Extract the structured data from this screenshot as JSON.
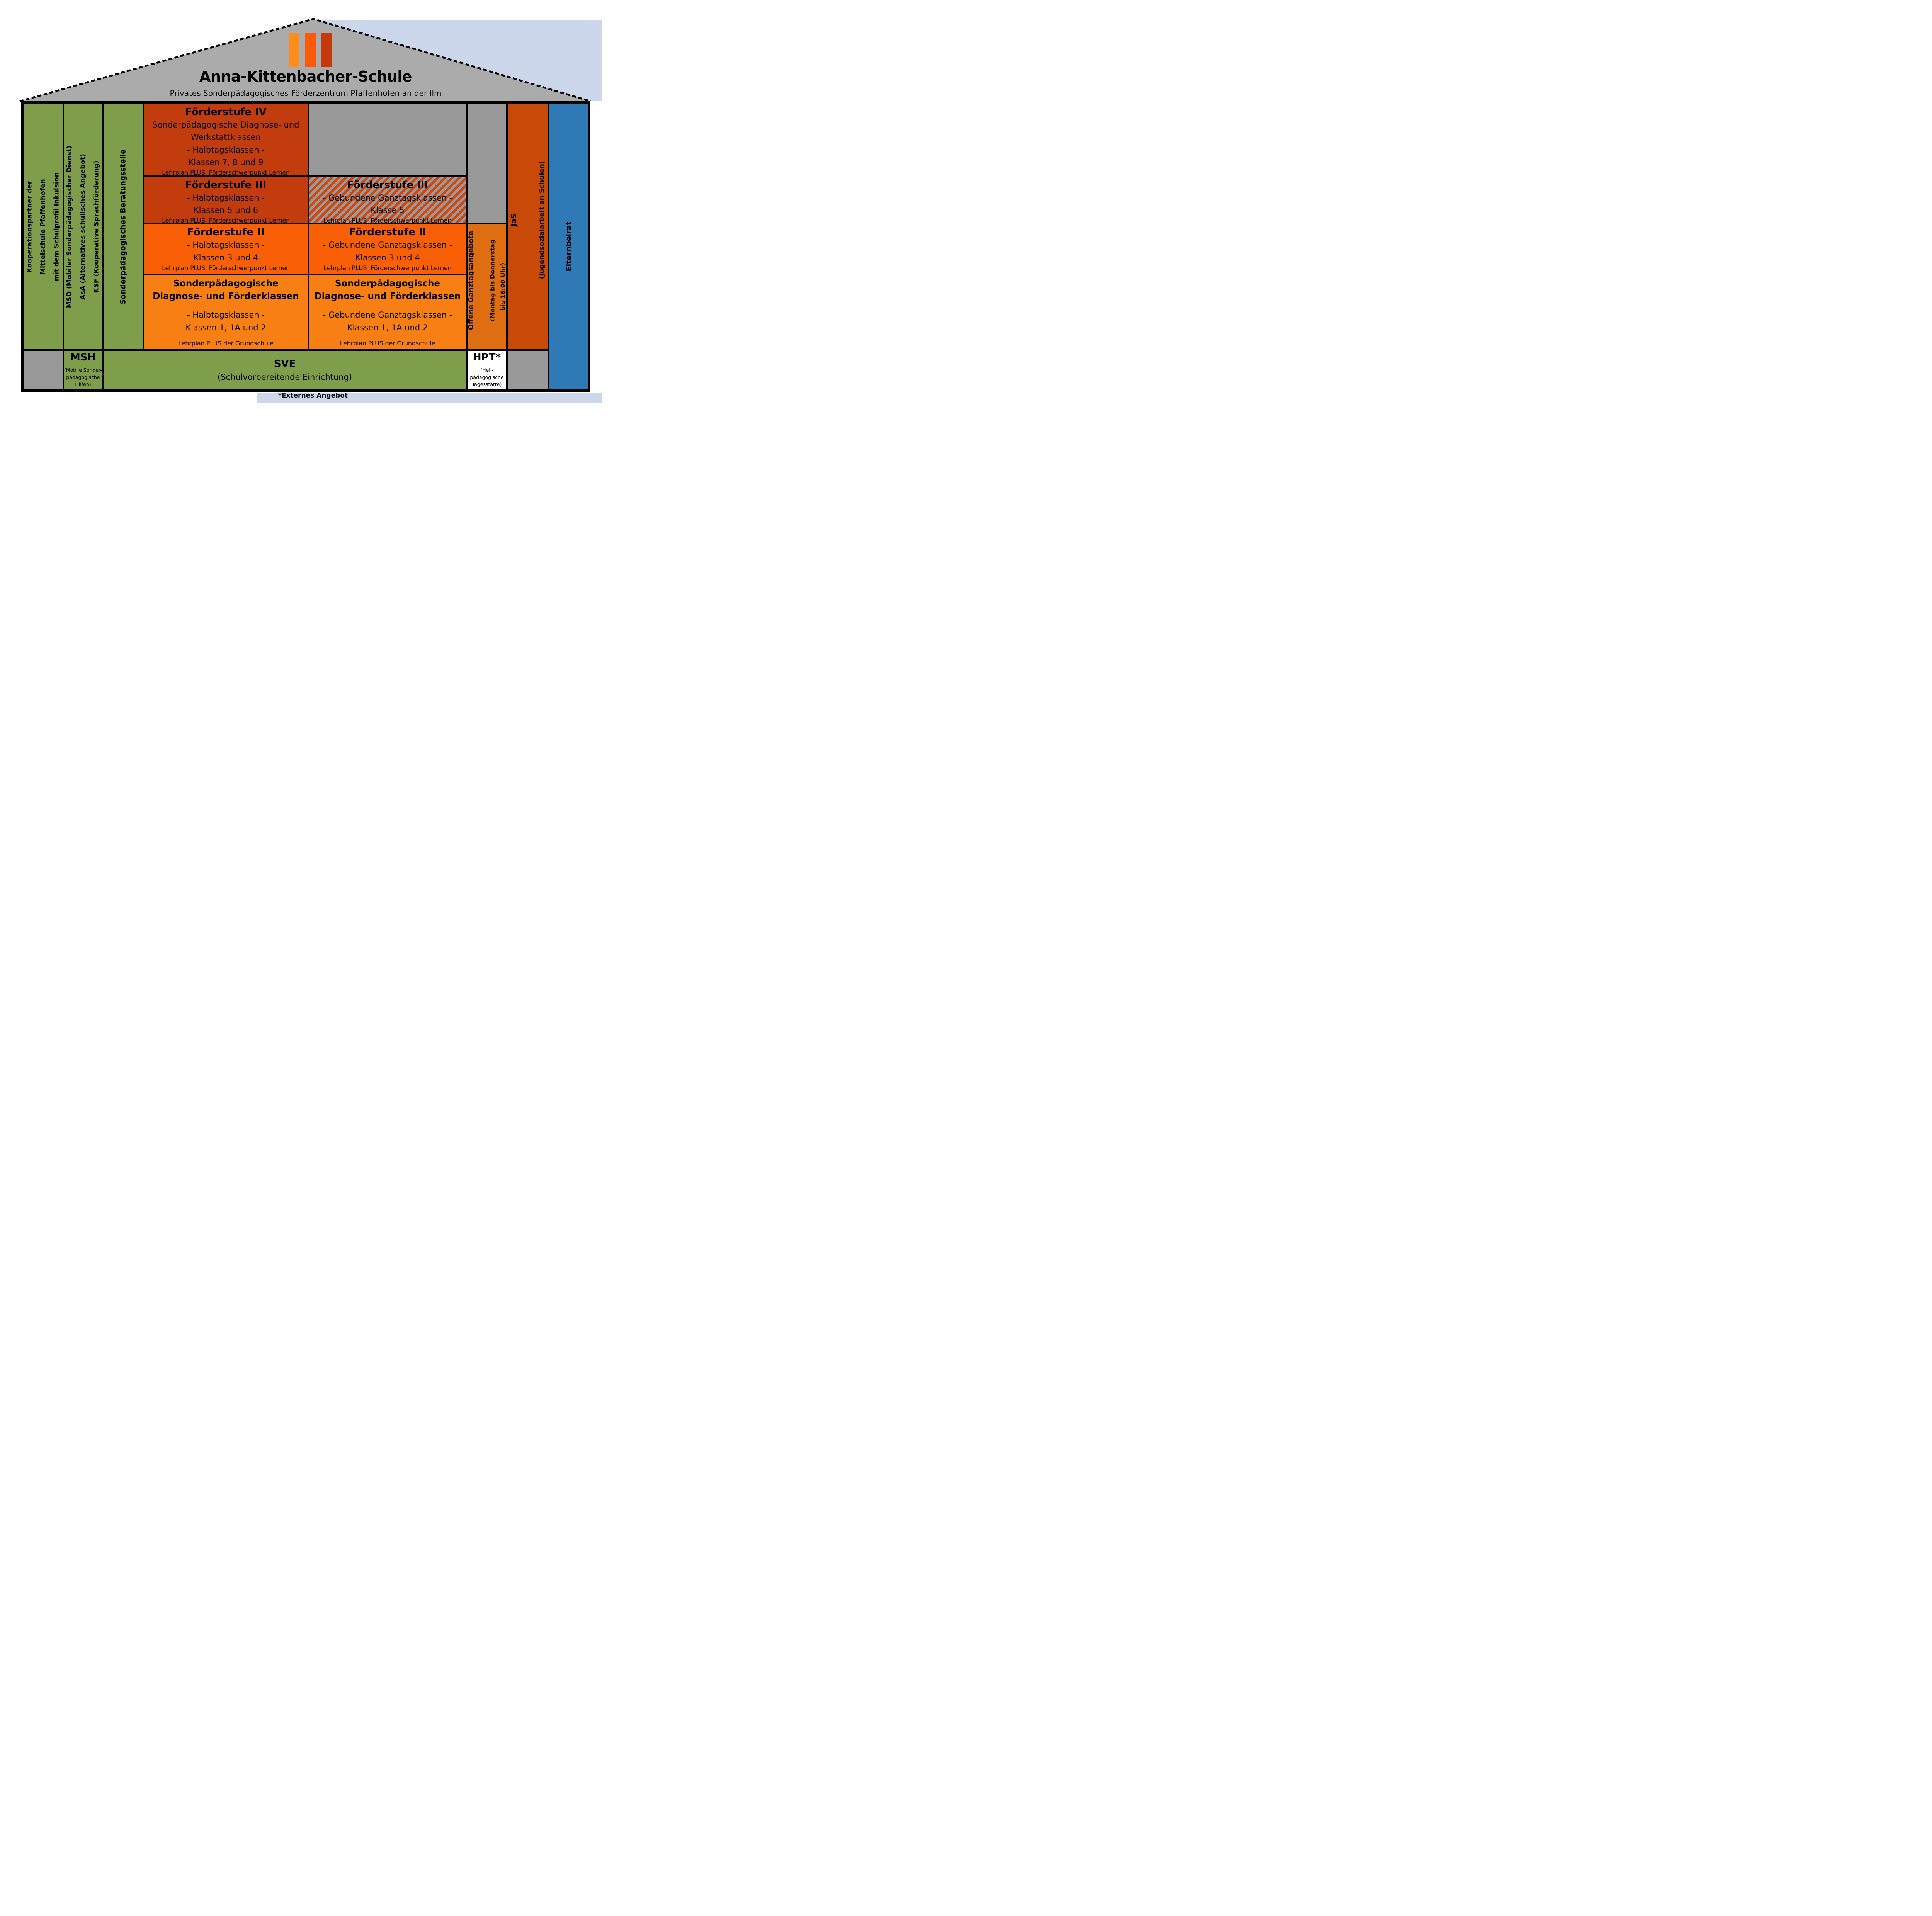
{
  "title": "Anna-Kittenbacher-Schule",
  "subtitle": "Privates Sonderpädagogisches Förderzentrum Pfaffenhofen an der Ilm",
  "columns": {
    "koop": {
      "lines": [
        "Kooperationspartner der",
        "Mittelschule Pfaffenhofen",
        "mit dem Schulprofil Inkulsion"
      ]
    },
    "services": {
      "lines": [
        "MSD (Mobiler Sonderpädagogischer Dienst)",
        "AsA (Alternatives schulisches Angebot)",
        "KSF (Kooperative Sprachförderung)"
      ]
    },
    "beratung": {
      "label": "Sonderpädagogisches Beratungsstelle"
    },
    "offene": {
      "title": "Offene Ganztagsangebote",
      "lines": [
        "(Montag bis Donnerstag",
        "bis 16:00 Uhr)"
      ]
    },
    "jas": {
      "title": "JaS",
      "subtitle": "(Jugendsozialarbeit an Schulen)"
    },
    "elternbeirat": {
      "label": "Elternbeirat"
    }
  },
  "stufen": {
    "f4": {
      "title": "Förderstufe IV",
      "lines": [
        "Sonderpädagogische Diagnose- und",
        "Werkstattklassen",
        "- Halbtagsklassen -",
        "Klassen 7, 8 und 9"
      ],
      "footer": "Lehrplan PLUS  Förderschwerpunkt Lernen"
    },
    "f3_halbtag": {
      "title": "Förderstufe III",
      "lines": [
        "- Halbtagsklassen -",
        "Klassen 5 und 6"
      ],
      "footer": "Lehrplan PLUS  Förderschwerpunkt Lernen"
    },
    "f3_ganztag": {
      "title": "Förderstufe III",
      "lines": [
        "- Gebundene Ganztagsklassen -",
        "Klasse 5"
      ],
      "footer": "Lehrplan PLUS  Förderschwerpunkt Lernen"
    },
    "f2_halbtag": {
      "title": "Förderstufe II",
      "lines": [
        "- Halbtagsklassen -",
        "Klassen 3 und 4"
      ],
      "footer": "Lehrplan PLUS  Förderschwerpunkt Lernen"
    },
    "f2_ganztag": {
      "title": "Förderstufe II",
      "lines": [
        "- Gebundene Ganztagsklassen -",
        "Klassen 3 und 4"
      ],
      "footer": "Lehrplan PLUS  Förderschwerpunkt Lernen"
    },
    "diagnose_halbtag": {
      "title_lines": [
        "Sonderpädagogische",
        "Diagnose- und Förderklassen"
      ],
      "lines": [
        "- Halbtagsklassen -",
        "Klassen 1, 1A und 2"
      ],
      "footer": "Lehrplan PLUS der Grundschule"
    },
    "diagnose_ganztag": {
      "title_lines": [
        "Sonderpädagogische",
        "Diagnose- und Förderklassen"
      ],
      "lines": [
        "- Gebundene Ganztagsklassen -",
        "Klassen 1, 1A und 2"
      ],
      "footer": "Lehrplan PLUS der Grundschule"
    }
  },
  "grundstufe_row": {
    "msh": {
      "title": "MSH",
      "sub_lines": [
        "(Mobile Sonder-",
        "pädagogische",
        "Hilfen)"
      ]
    },
    "sve": {
      "title": "SVE",
      "subtitle": "(Schulvorbereitende Einrichtung)"
    },
    "hpt": {
      "title": "HPT*",
      "sub_lines": [
        "(Heil-",
        "pädagogische",
        "Tagesstätte)"
      ]
    }
  },
  "footnote": "*Externes Angebot",
  "colors": {
    "green": "#7f9e4c",
    "dark_red": "#c33c0e",
    "orange": "#f95f07",
    "light_orange": "#f87f13",
    "deep_orange": "#df6e12",
    "jas_orange": "#c94a08",
    "blue": "#2f79b6",
    "light_blue_band": "#ccd7eb",
    "roof_gray": "#ababab",
    "filler_gray": "#999999",
    "hatch_orange": "#cf470e",
    "logo_stripe_light": "#ff8c1c",
    "logo_stripe_mid": "#fb5a0a",
    "logo_stripe_dark": "#c43a0d"
  }
}
